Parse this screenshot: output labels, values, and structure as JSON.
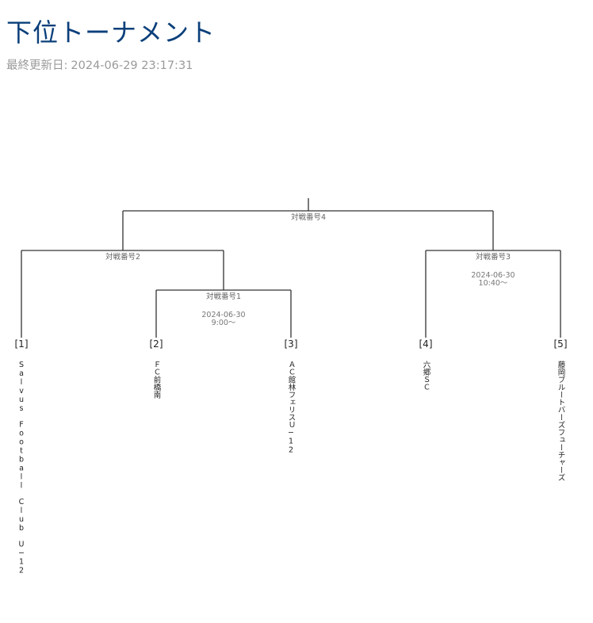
{
  "page": {
    "title": "下位トーナメント",
    "last_updated_label": "最終更新日:",
    "last_updated_value": "2024-06-29 23:17:31"
  },
  "bracket": {
    "matches": [
      {
        "label": "対戦番号1",
        "date": "2024-06-30",
        "time": "9:00～"
      },
      {
        "label": "対戦番号2"
      },
      {
        "label": "対戦番号3",
        "date": "2024-06-30",
        "time": "10:40～"
      },
      {
        "label": "対戦番号4"
      }
    ],
    "teams": [
      {
        "seed": "[1]",
        "name": "Salvus　Football　Club　U−12"
      },
      {
        "seed": "[2]",
        "name": "ＦＣ前橋南"
      },
      {
        "seed": "[3]",
        "name": "ＡＣ館林フェリスＵ−12"
      },
      {
        "seed": "[4]",
        "name": "六郷ＳＣ"
      },
      {
        "seed": "[5]",
        "name": "藤岡ブルートバーズフューチャーズ"
      }
    ],
    "colors": {
      "line": "#333333",
      "title": "#0b3f7a",
      "muted_text": "#9a9a9a"
    }
  }
}
